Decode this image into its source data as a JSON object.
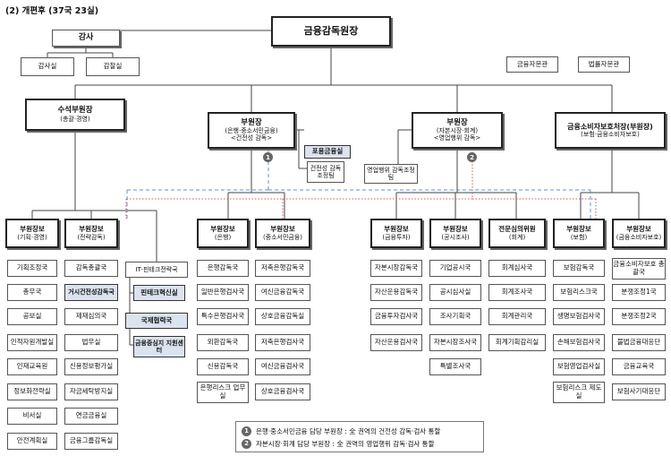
{
  "caption": "(2) 개편후 (37국 23실)",
  "top": {
    "governor": "금융감독원장"
  },
  "audit": {
    "title": "감사",
    "units": [
      "감사실",
      "감찰실"
    ]
  },
  "advisors": [
    "금융자문관",
    "법률자문관"
  ],
  "executives": {
    "senior": {
      "title": "수석부원장",
      "sub": "(총괄·경영)"
    },
    "banking": {
      "title": "부원장",
      "sub1": "(은행·중소서민금융)",
      "sub2": "<건전성 감독>"
    },
    "capital": {
      "title": "부원장",
      "sub1": "(자본시장·회계)",
      "sub2": "<영업행위 감독>"
    },
    "consumer": {
      "title": "금융소비자보호처장(부원장)",
      "sub": "(보험·금융소비자보호)"
    }
  },
  "inclusive_finance": "포용금융실",
  "small_teams": {
    "prudential": "건전성 감독조정팀",
    "conduct": "영업행위 감독조정팀"
  },
  "branches": [
    {
      "title": "부원장보",
      "sub": "(기획·경영)",
      "units": [
        "기획조정국",
        "총무국",
        "공보실",
        "인적자원개발실",
        "인재교육원",
        "정보화전략실",
        "비서실",
        "안전계획실"
      ]
    },
    {
      "title": "부원장보",
      "sub": "(전략감독)",
      "units": [
        "감독총괄국",
        "거시건전성감독국",
        "제재심의국",
        "법무실",
        "신용정보평가실",
        "자금세탁방지실",
        "연금금융실",
        "금융그룹감독실"
      ]
    },
    {
      "title": "부원장보",
      "sub": "(은행)",
      "units": [
        "은행감독국",
        "일반은행검사국",
        "특수은행검사국",
        "외환감독국",
        "신용감독국",
        "은행리스크 업무실"
      ]
    },
    {
      "title": "부원장보",
      "sub": "(중소서민금융)",
      "units": [
        "저축은행감독국",
        "여신금융감독국",
        "상호금융감독실",
        "저축은행검사국",
        "여신금융검사국",
        "상호금융검사국"
      ]
    },
    {
      "title": "부원장보",
      "sub": "(금융투자)",
      "units": [
        "자본시장감독국",
        "자산운용감독국",
        "금융투자검사국",
        "자산운용검사국"
      ]
    },
    {
      "title": "부원장보",
      "sub": "(공시조사)",
      "units": [
        "기업공시국",
        "공시심사실",
        "조사기획국",
        "자본시장조사국",
        "특별조사국"
      ]
    },
    {
      "title": "전문심의위원",
      "sub": "(회계)",
      "units": [
        "회계심사국",
        "회계조사국",
        "회계관리국",
        "회계기획감리실"
      ]
    },
    {
      "title": "부원장보",
      "sub": "(보험)",
      "units": [
        "보험감독국",
        "보험리스크국",
        "생명보험검사국",
        "손해보험검사국",
        "보험영업검사실",
        "보험리스크 제도실"
      ]
    },
    {
      "title": "부원장보",
      "sub": "(금융소비자보호)",
      "units": [
        "금융소비자보호 총괄국",
        "분쟁조정1국",
        "분쟁조정2국",
        "불법금융대응단",
        "금융교육국",
        "보험사기대응단"
      ]
    }
  ],
  "it_fintech": {
    "dept": "IT·핀테크전략국",
    "fintech": "핀테크혁신실",
    "intl": "국제협력국",
    "center": "금융중심지 지원센터"
  },
  "legend": [
    {
      "num": "1",
      "text": "은행·중소서민금융 담당 부원장 : 全 권역의 건전성 감독·검사 통할"
    },
    {
      "num": "2",
      "text": "자본시장·회계 담당 부원장 : 全 권역의 영업행위 감독·검사 통할"
    }
  ]
}
